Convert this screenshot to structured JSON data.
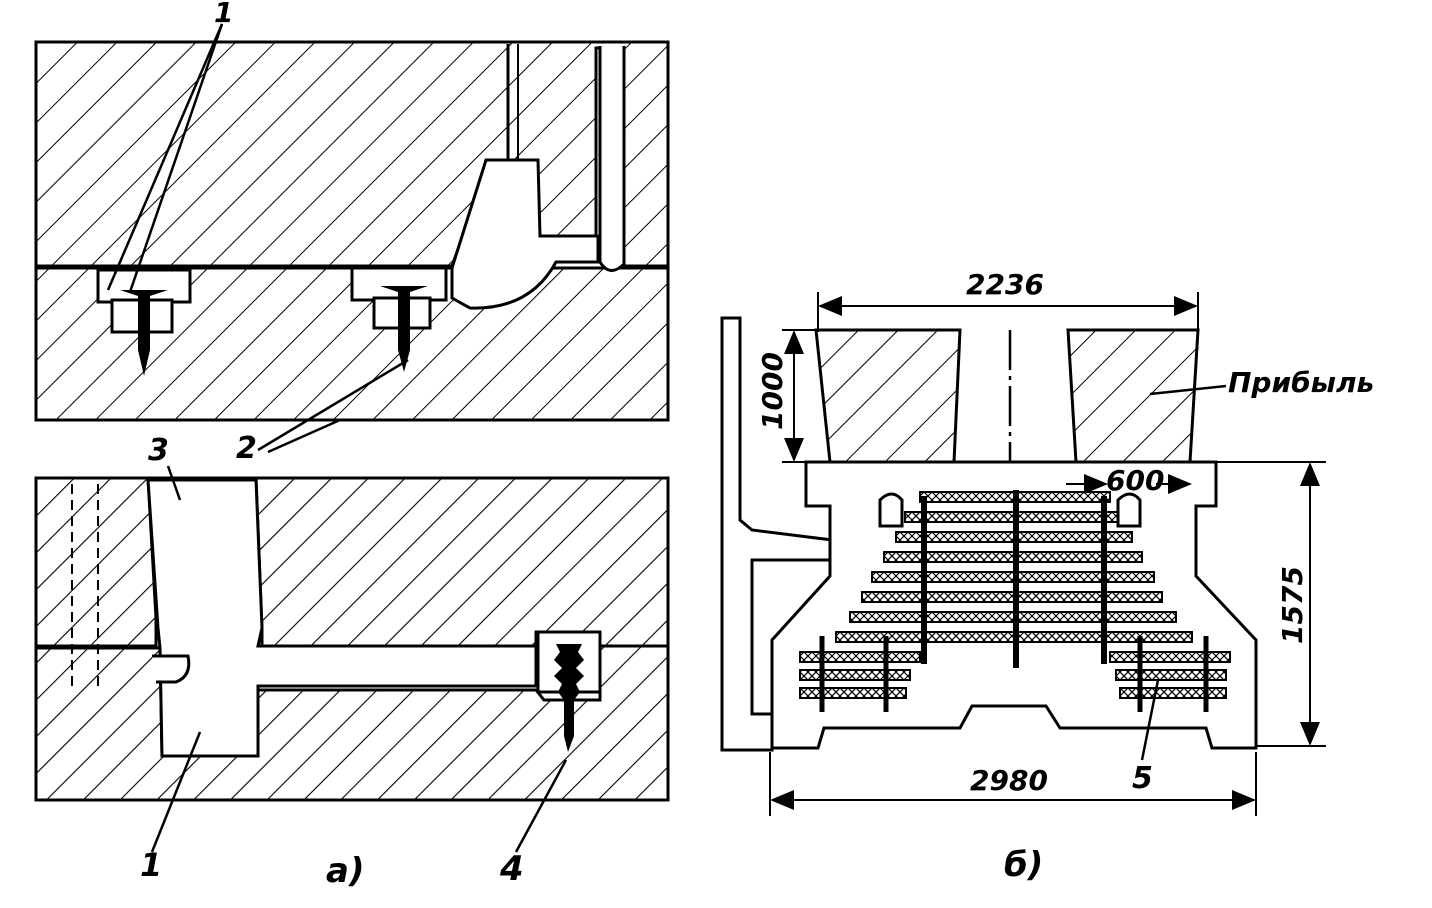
{
  "labels": {
    "top_callout_1": "1",
    "top_callout_2": "2",
    "bottom_callout_3": "3",
    "bottom_callout_1": "1",
    "bottom_callout_4": "4",
    "caption_a": "а)",
    "caption_b": "б)",
    "callout_5": "5",
    "pribyl": "Прибыль"
  },
  "dimensions": {
    "width_top": "2236",
    "height_riser": "1000",
    "gap": "600",
    "height_body": "1575",
    "width_bottom": "2980"
  },
  "colors": {
    "ink": "#000000",
    "paper": "#ffffff"
  }
}
